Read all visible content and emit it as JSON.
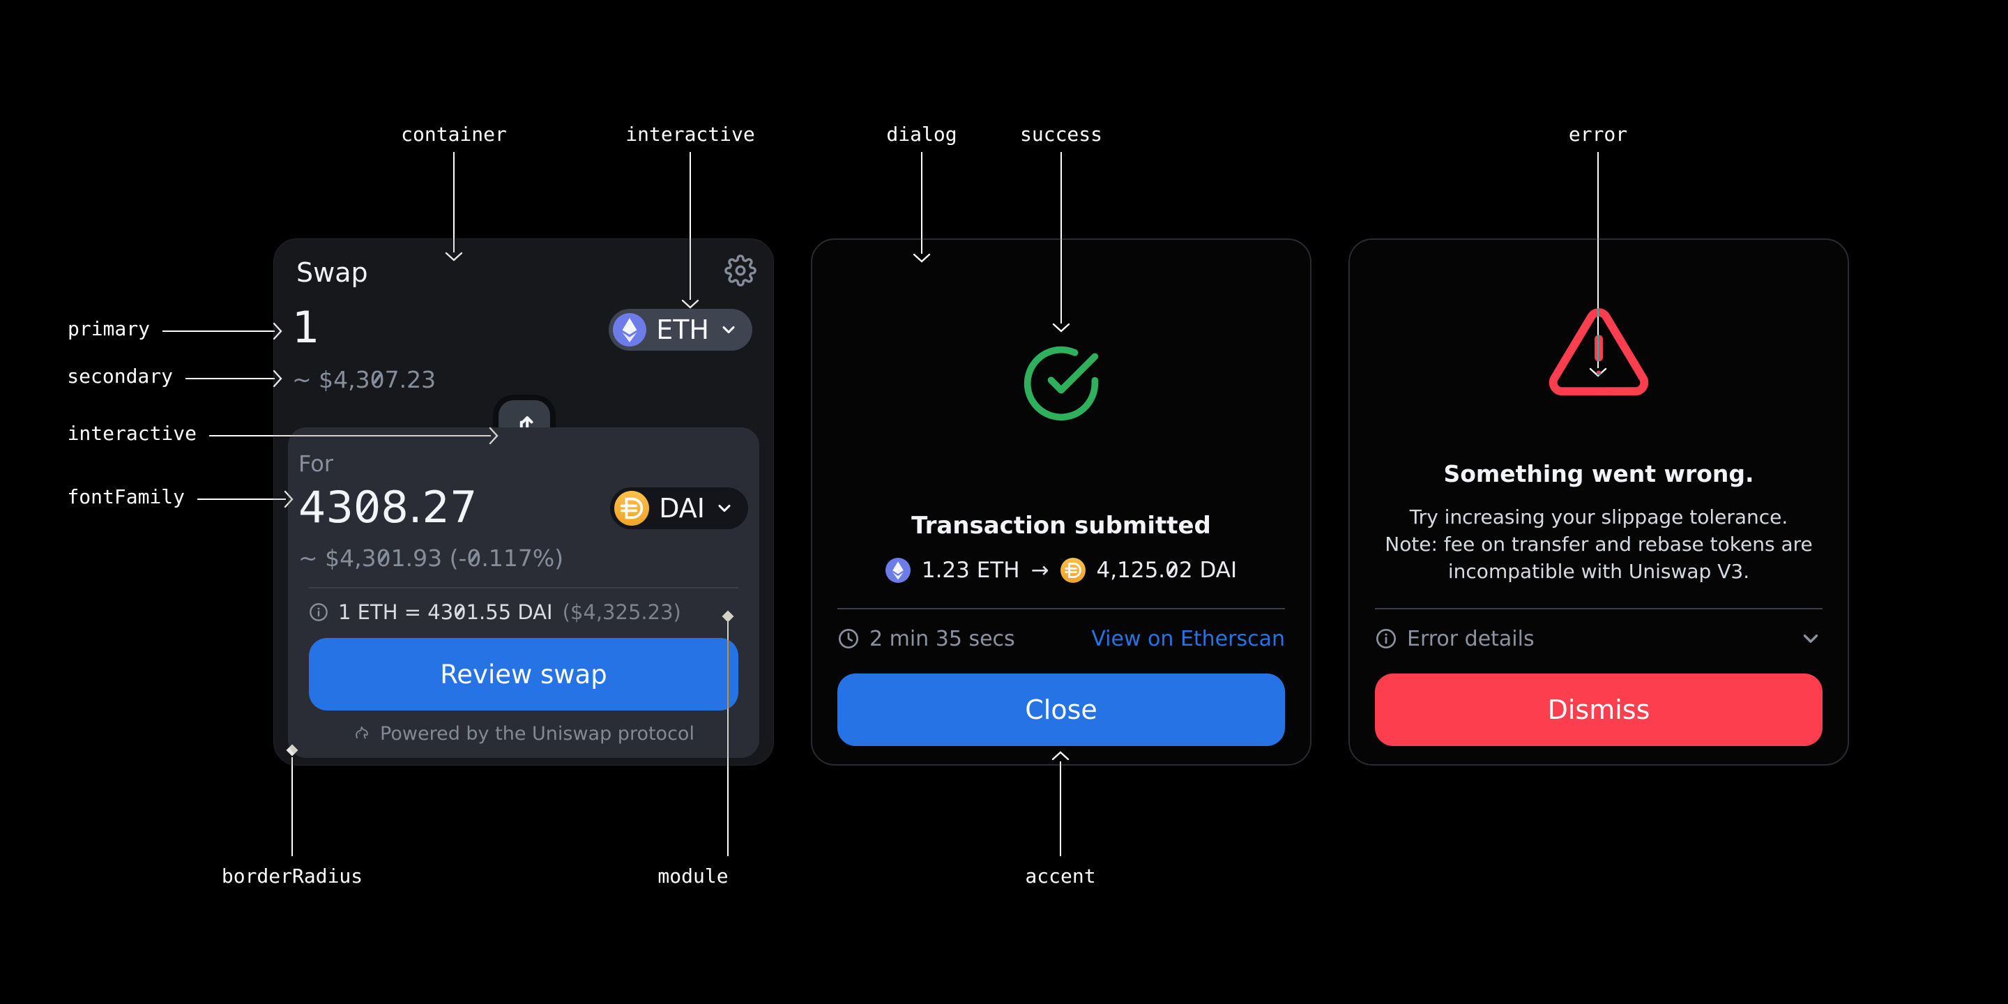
{
  "colors": {
    "accent": "#2573e5",
    "success": "#2eb05c",
    "error": "#fc3e4e",
    "eth": "#6c7ce8",
    "dai": "#f5ab37"
  },
  "swap_card": {
    "title": "Swap",
    "sell": {
      "amount": "1",
      "fiat": "~ $4,307.23",
      "token": "ETH"
    },
    "buy": {
      "label": "For",
      "amount": "4308.27",
      "fiat": "~ $4,301.93 (-0.117%)",
      "token": "DAI"
    },
    "rate": "1 ETH = 4301.55 DAI",
    "rate_fiat": "($4,325.23)",
    "cta": "Review swap",
    "footer": "Powered by the Uniswap protocol"
  },
  "success_dialog": {
    "title": "Transaction submitted",
    "from_amount": "1.23 ETH",
    "arrow": "→",
    "to_amount": "4,125.02 DAI",
    "duration": "2 min 35 secs",
    "link": "View on Etherscan",
    "cta": "Close"
  },
  "error_dialog": {
    "title": "Something went wrong.",
    "body_lines": [
      "Try increasing your slippage tolerance.",
      "Note: fee on transfer and rebase tokens are",
      "incompatible with Uniswap V3."
    ],
    "details": "Error details",
    "cta": "Dismiss"
  },
  "annotations": {
    "container": "container",
    "interactive_top": "interactive",
    "dialog": "dialog",
    "success": "success",
    "error": "error",
    "primary": "primary",
    "secondary": "secondary",
    "interactive_left": "interactive",
    "fontFamily": "fontFamily",
    "borderRadius": "borderRadius",
    "module": "module",
    "accent": "accent"
  }
}
